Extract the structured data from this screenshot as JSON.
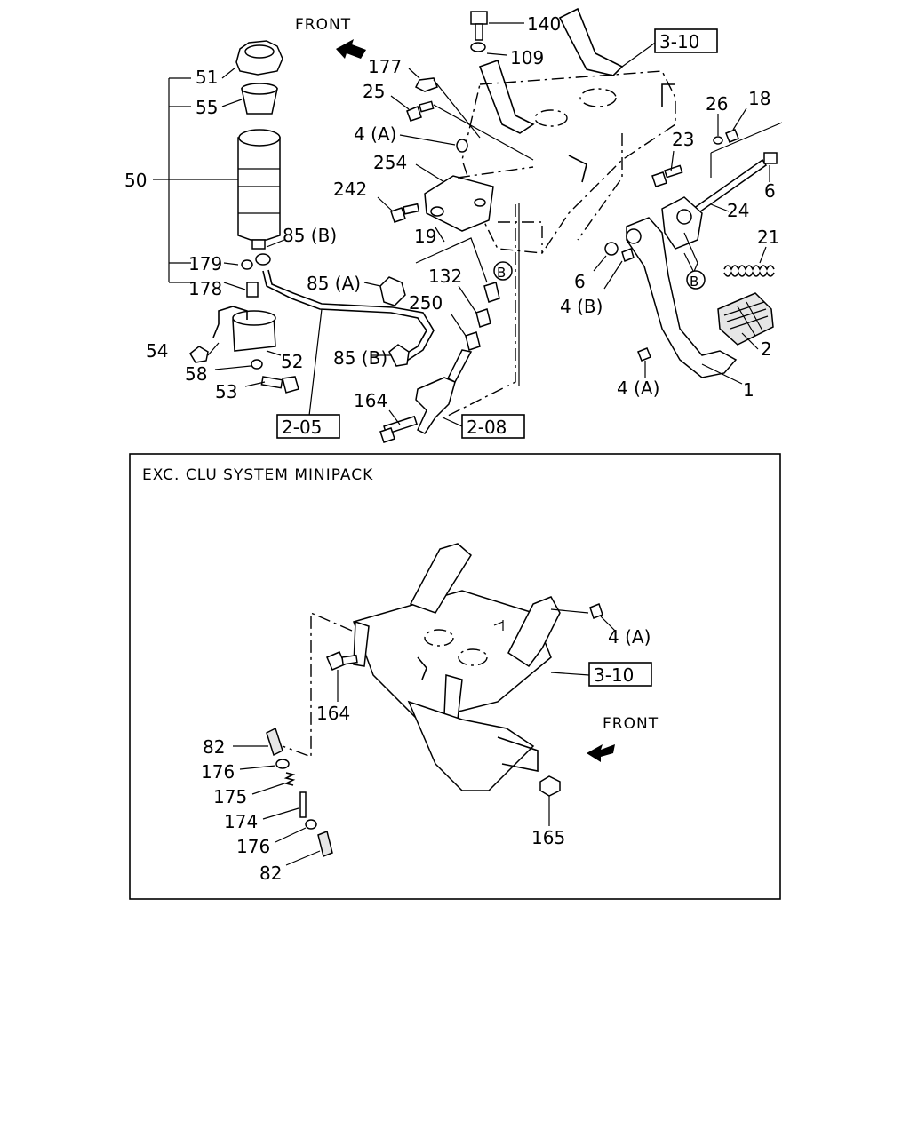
{
  "upper": {
    "front": "FRONT",
    "refs": {
      "r3_10": "3-10",
      "r2_05": "2-05",
      "r2_08": "2-08"
    },
    "circle_b": "B",
    "labels": {
      "l140": "140",
      "l109": "109",
      "l177": "177",
      "l25": "25",
      "l4a_1": "4 (A)",
      "l254": "254",
      "l242": "242",
      "l19": "19",
      "l132": "132",
      "l250": "250",
      "l85b_1": "85 (B)",
      "l85a": "85 (A)",
      "l85b_2": "85 (B)",
      "l164": "164",
      "l51": "51",
      "l55": "55",
      "l50": "50",
      "l179": "179",
      "l178": "178",
      "l54": "54",
      "l58": "58",
      "l53": "53",
      "l52": "52",
      "l26": "26",
      "l18": "18",
      "l23": "23",
      "l6a": "6",
      "l6b": "6",
      "l24": "24",
      "l21": "21",
      "l4b": "4 (B)",
      "l2": "2",
      "l4a_2": "4 (A)",
      "l1": "1"
    }
  },
  "lower": {
    "title": "EXC.  CLU SYSTEM MINIPACK",
    "front": "FRONT",
    "ref3_10": "3-10",
    "labels": {
      "l4a": "4 (A)",
      "l164": "164",
      "l82a": "82",
      "l176a": "176",
      "l175": "175",
      "l174": "174",
      "l176b": "176",
      "l82b": "82",
      "l165": "165"
    }
  },
  "icons": {
    "front_arrow": "front-arrow-icon"
  }
}
